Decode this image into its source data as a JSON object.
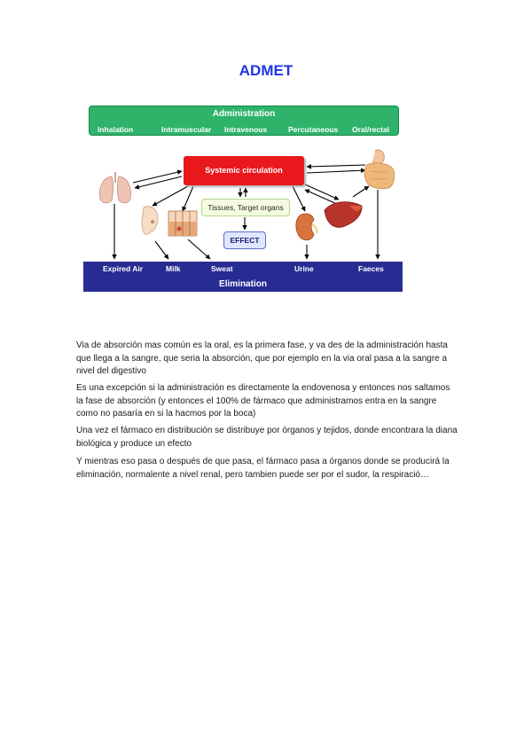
{
  "title": "ADMET",
  "diagram": {
    "administration": {
      "title": "Administration",
      "routes": [
        "Inhalation",
        "Intramuscular",
        "Intravenous",
        "Percutaneous",
        "Oral/rectal"
      ]
    },
    "systemic_circulation": "Systemic circulation",
    "tissues": "Tissues, Target organs",
    "effect": "EFFECT",
    "elimination": {
      "title": "Elimination",
      "routes": [
        "Expired Air",
        "Milk",
        "Sweat",
        "Urine",
        "Faeces"
      ]
    },
    "colors": {
      "administration_bar": "#2fb36a",
      "systemic_circulation_box": "#e8181c",
      "elimination_bar": "#272c93",
      "title_text": "#1f35e6"
    }
  },
  "paragraphs": [
    "Via de absorción mas común es la oral, es la primera fase, y va des de la administración hasta que llega a la sangre, que seria la absorción, que por ejemplo en la via oral pasa a la sangre a nivel del digestivo",
    "Es una excepción si la administración es directamente la endovenosa y entonces nos saltamos la fase de absorción (y entonces el 100% de fármaco que administramos entra en la sangre como no pasaría en si la hacmos por la boca)",
    "Una vez el fármaco en distribución se distribuye por órganos y tejidos, donde encontrara la diana biológica y produce un efecto",
    "Y mientras eso pasa o después de que pasa, el fármaco pasa a órganos donde se producirá la eliminación, normalente a nivel renal, pero tambien puede ser por el sudor, la respiració…"
  ]
}
